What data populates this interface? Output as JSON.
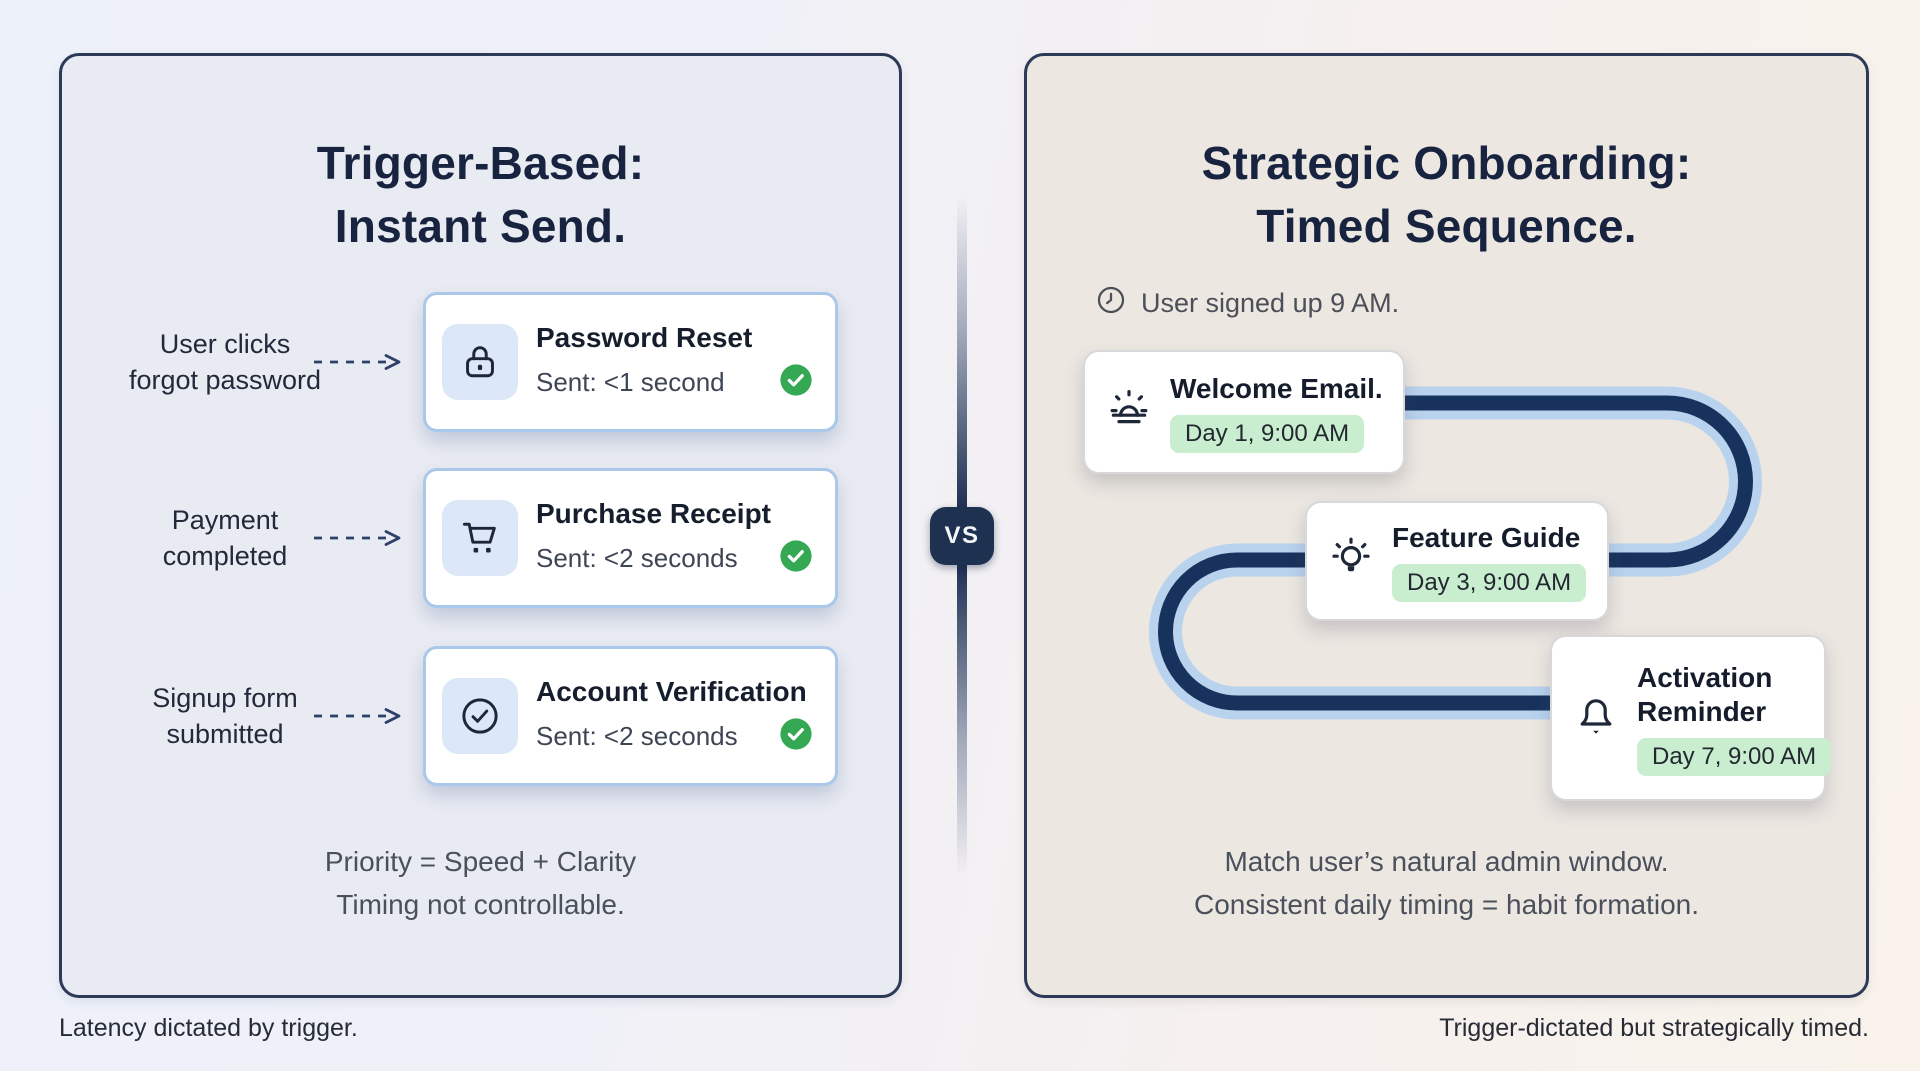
{
  "left_panel": {
    "title_line1": "Trigger-Based:",
    "title_line2": "Instant Send.",
    "rows": [
      {
        "trigger_line1": "User clicks",
        "trigger_line2": "forgot password",
        "icon": "lock-icon",
        "title": "Password Reset",
        "status": "Sent: <1 second",
        "status_state": "success"
      },
      {
        "trigger_line1": "Payment",
        "trigger_line2": "completed",
        "icon": "shopping-cart-icon",
        "title": "Purchase Receipt",
        "status": "Sent: <2 seconds",
        "status_state": "success"
      },
      {
        "trigger_line1": "Signup form",
        "trigger_line2": "submitted",
        "icon": "check-circle-icon",
        "title": "Account Verification",
        "status": "Sent: <2 seconds",
        "status_state": "success"
      }
    ],
    "summary_line1": "Priority = Speed + Clarity",
    "summary_line2": "Timing not controllable.",
    "footer": "Latency dictated by trigger."
  },
  "divider": {
    "vs_label": "VS"
  },
  "right_panel": {
    "title_line1": "Strategic Onboarding:",
    "title_line2": "Timed Sequence.",
    "signup_note": "User signed up 9 AM.",
    "steps": [
      {
        "icon": "sunrise-icon",
        "title": "Welcome Email.",
        "badge": "Day 1, 9:00 AM"
      },
      {
        "icon": "lightbulb-icon",
        "title": "Feature Guide",
        "badge": "Day 3, 9:00 AM"
      },
      {
        "icon": "bell-icon",
        "title": "Activation Reminder",
        "badge": "Day 7, 9:00 AM"
      }
    ],
    "summary_line1": "Match user’s natural admin window.",
    "summary_line2": "Consistent daily timing = habit formation.",
    "footer": "Trigger-dictated but strategically timed."
  },
  "colors": {
    "accent_navy": "#1f3150",
    "panel_border_navy": "#2c3a58",
    "path_outer_blue": "#b9d3ee",
    "path_inner_navy": "#17335d",
    "success_green": "#34a853",
    "day_badge_green_bg": "#c9eecf",
    "left_card_border_blue": "#a9c8ea"
  }
}
